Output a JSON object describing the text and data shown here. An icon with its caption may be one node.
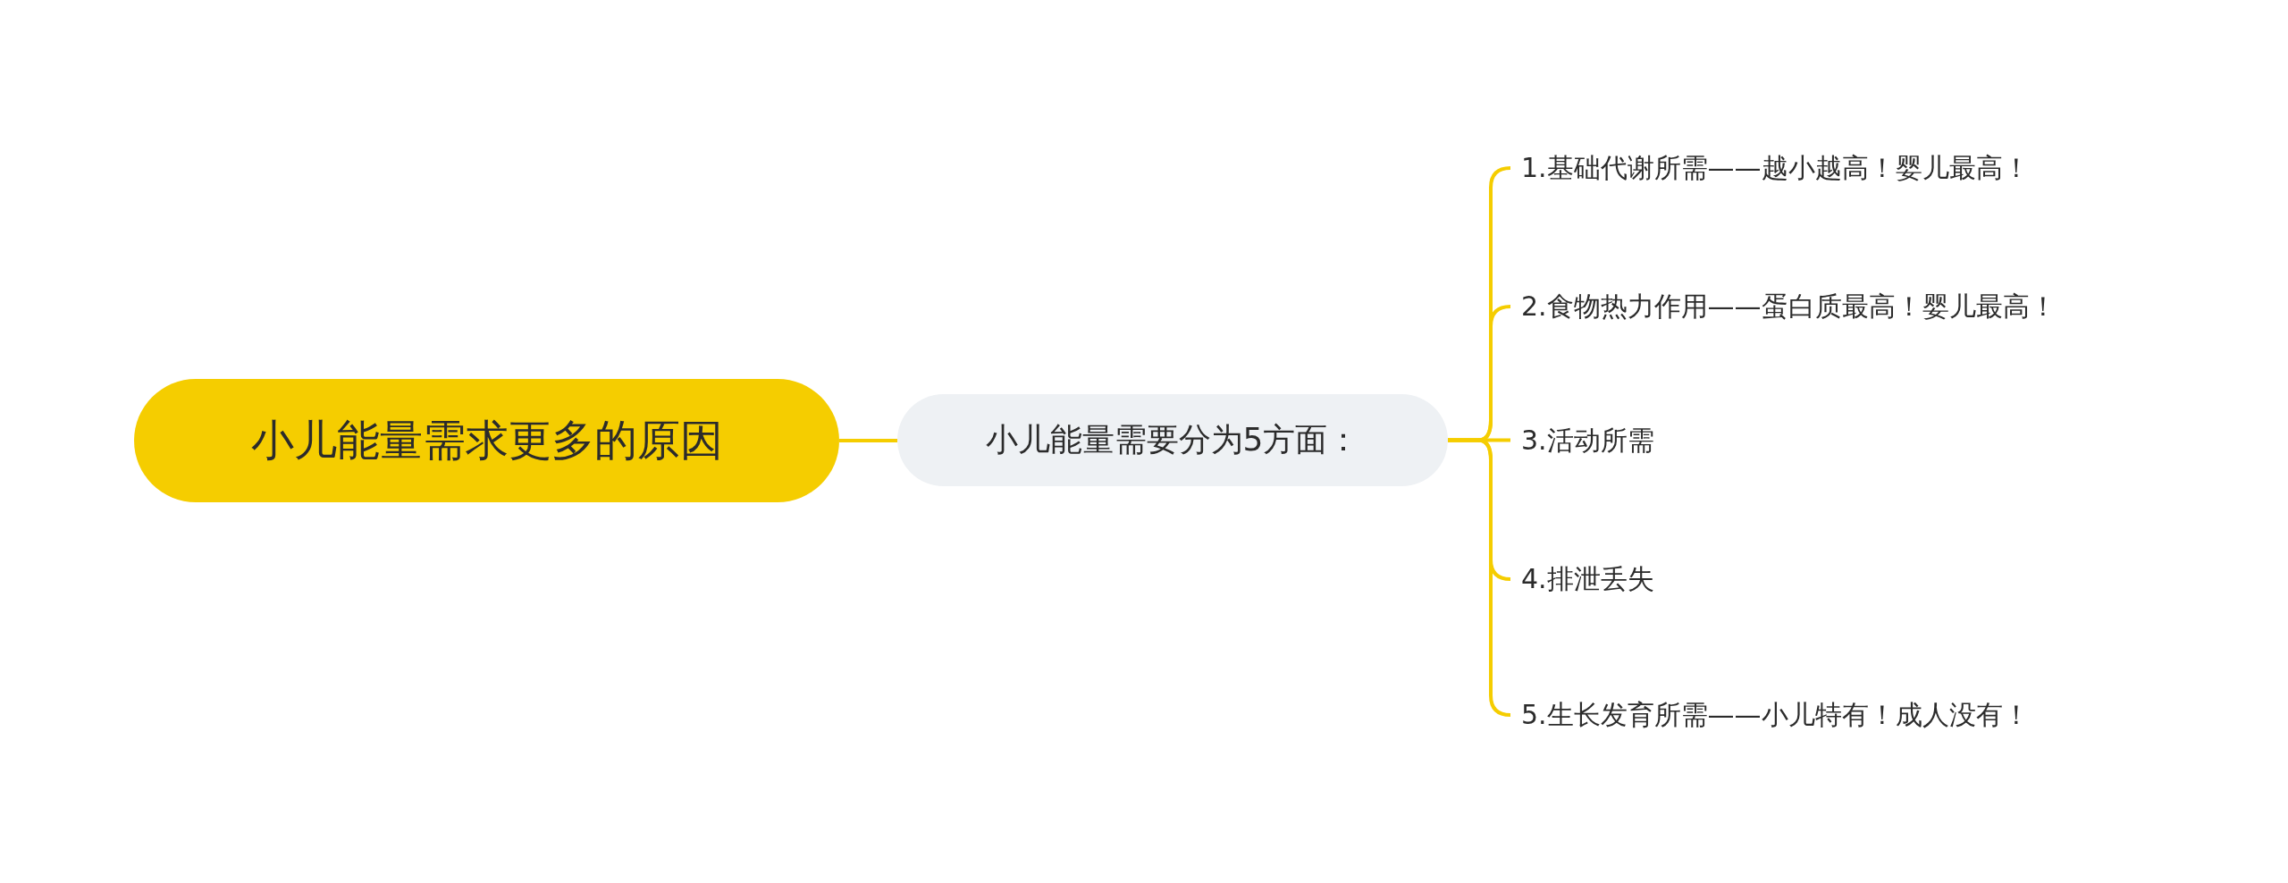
{
  "diagram": {
    "nodes": [
      {
        "text": [
          "小儿能量需求更多的原因"
        ]
      },
      {
        "text": [
          "小儿能量需要分为5方面："
        ]
      },
      {
        "text": [
          "1.基础代谢所需——越小越高！婴儿最高！"
        ]
      },
      {
        "text": [
          "2.食物热力作用——蛋白质最高！婴儿最高！"
        ]
      },
      {
        "text": [
          "3.活动所需"
        ]
      },
      {
        "text": [
          "4.排泄丢失"
        ]
      },
      {
        "text": [
          "5.生长发育所需——小儿特有！成人没有！"
        ]
      }
    ],
    "edges": [
      {
        "from": 0,
        "to": 1,
        "arrow": "none"
      },
      {
        "from": 1,
        "to": 2,
        "arrow": "none"
      },
      {
        "from": 1,
        "to": 3,
        "arrow": "none"
      },
      {
        "from": 1,
        "to": 4,
        "arrow": "none"
      },
      {
        "from": 1,
        "to": 5,
        "arrow": "none"
      },
      {
        "from": 1,
        "to": 6,
        "arrow": "none"
      }
    ]
  }
}
